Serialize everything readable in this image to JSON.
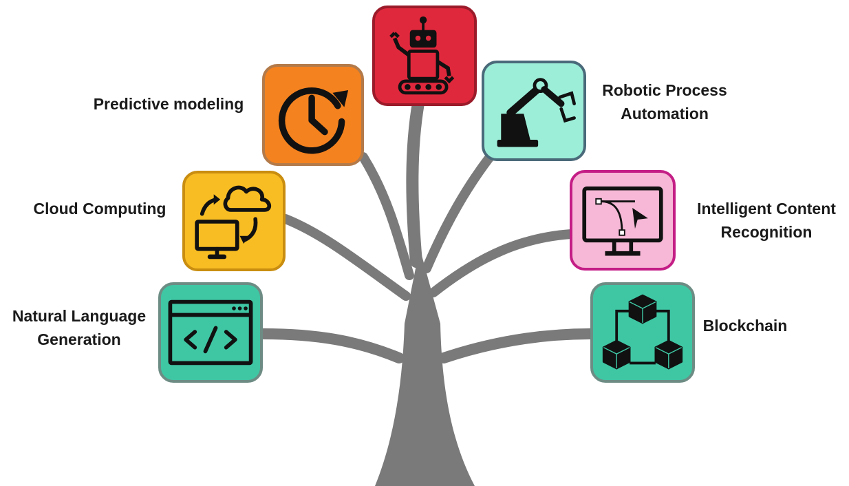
{
  "colors": {
    "trunk": "#7a7a7a",
    "robot": "#e0283c",
    "predictive": "#f4821f",
    "rpa": "#9ceed8",
    "cloud": "#f9bd24",
    "icr": "#f6b8d6",
    "nlg": "#3fc7a4",
    "blockchain": "#3fc7a4"
  },
  "nodes": [
    {
      "id": "robot",
      "icon": "robot-icon",
      "label_lines": []
    },
    {
      "id": "predictive",
      "icon": "clock-refresh-icon",
      "label_lines": [
        "Predictive modeling"
      ]
    },
    {
      "id": "rpa",
      "icon": "robotic-arm-icon",
      "label_lines": [
        "Robotic Process",
        "Automation"
      ]
    },
    {
      "id": "cloud",
      "icon": "cloud-computer-icon",
      "label_lines": [
        "Cloud Computing"
      ]
    },
    {
      "id": "icr",
      "icon": "monitor-bezier-icon",
      "label_lines": [
        "Intelligent Content",
        "Recognition"
      ]
    },
    {
      "id": "nlg",
      "icon": "code-window-icon",
      "label_lines": [
        "Natural Language",
        "Generation"
      ]
    },
    {
      "id": "blockchain",
      "icon": "blockchain-cubes-icon",
      "label_lines": [
        "Blockchain"
      ]
    }
  ]
}
